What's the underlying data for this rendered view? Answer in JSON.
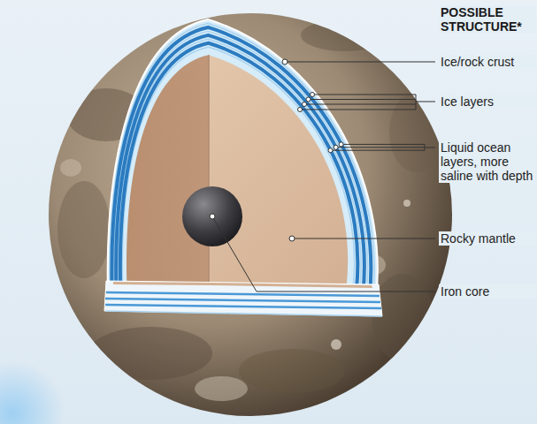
{
  "diagram": {
    "title": "POSSIBLE STRUCTURE*",
    "labels": [
      "Ice/rock crust",
      "Ice layers",
      "Liquid ocean layers, more saline with depth",
      "Rocky mantle",
      "Iron core"
    ]
  }
}
